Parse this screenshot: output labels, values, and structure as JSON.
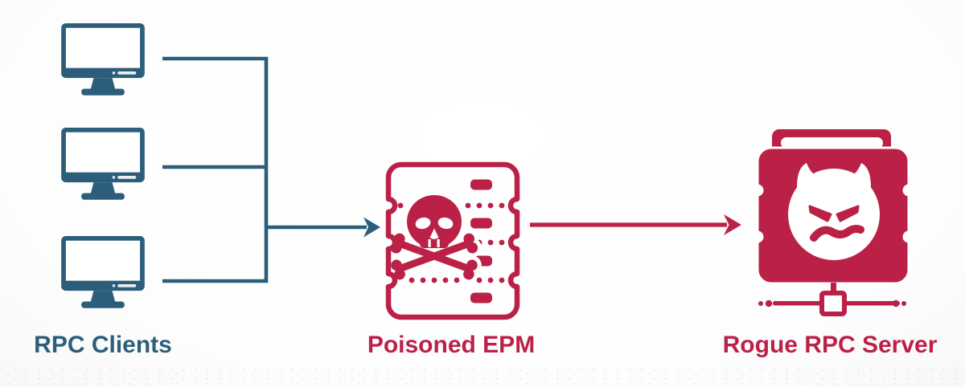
{
  "diagram": {
    "type": "attack-flow-diagram",
    "colors": {
      "teal": "#2c5e7c",
      "crimson": "#bb2147",
      "bg": "#f1eff0"
    },
    "nodes": {
      "clients": {
        "label": "RPC Clients",
        "count": 3,
        "icon": "desktop-monitor-icon",
        "color_role": "teal"
      },
      "epm": {
        "label": "Poisoned EPM",
        "icon": "database-skull-crossbones-icon",
        "color_role": "crimson"
      },
      "server": {
        "label": "Rogue RPC Server",
        "icon": "server-devil-face-icon",
        "color_role": "crimson"
      }
    },
    "connections": [
      {
        "from": "clients",
        "to": "epm",
        "style": "bus-with-arrow",
        "color_role": "teal"
      },
      {
        "from": "epm",
        "to": "server",
        "style": "arrow",
        "color_role": "crimson"
      }
    ]
  }
}
